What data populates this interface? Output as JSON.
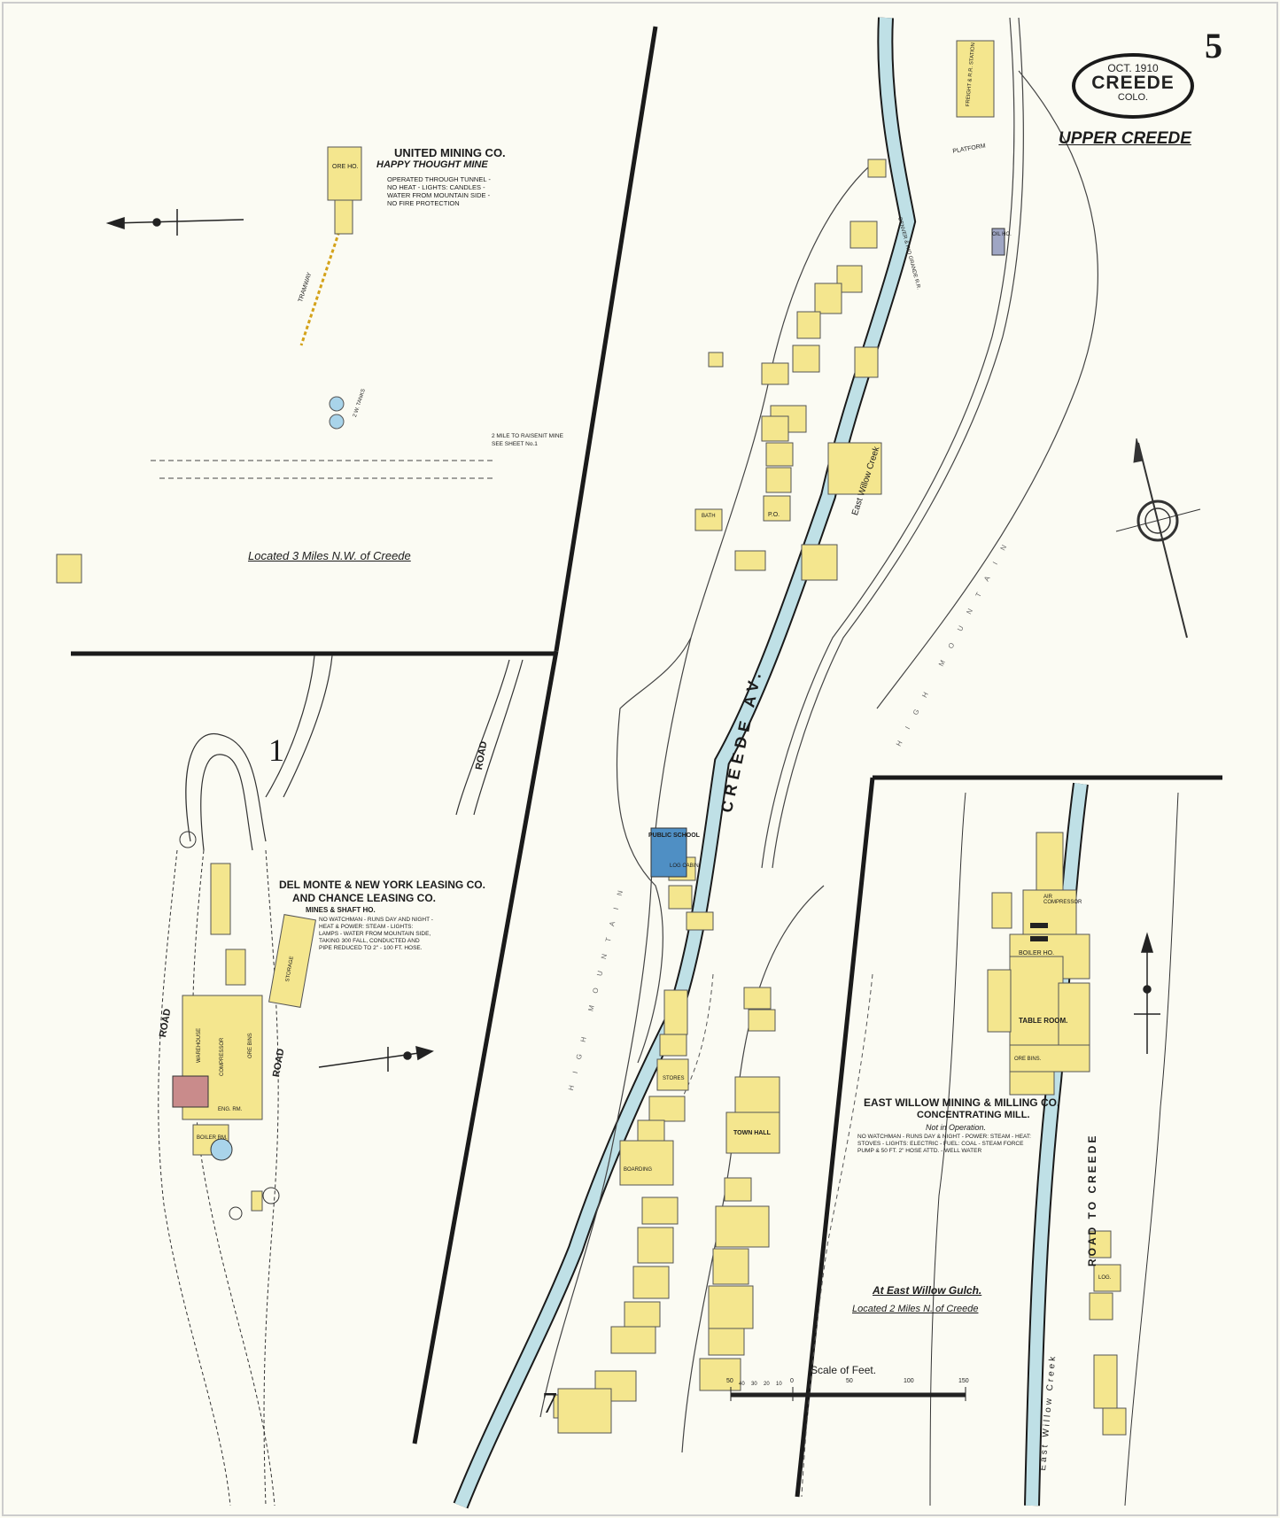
{
  "sheet": {
    "number": "5",
    "cartouche": {
      "date": "OCT. 1910",
      "city": "CREEDE",
      "state": "COLO."
    },
    "section_title": "UPPER CREEDE"
  },
  "insets": {
    "mine_top": {
      "company": "UNITED MINING CO.",
      "mine": "HAPPY THOUGHT MINE",
      "notes": "OPERATED THROUGH TUNNEL - NO HEAT - LIGHTS: CANDLES - WATER FROM MOUNTAIN SIDE - NO FIRE PROTECTION",
      "building": "ORE HO.",
      "tramway": "TRAMWAY",
      "tanks": "2 W. TANKS",
      "distance_note": "2 MILE TO RAISENIT MINE SEE SHEET No.1",
      "location": "Located 3 Miles N.W. of Creede"
    },
    "mine_left": {
      "section_number": "1",
      "company_line1": "DEL MONTE & NEW YORK LEASING CO.",
      "company_line2": "AND CHANCE LEASING CO.",
      "company_line3": "MINES & SHAFT HO.",
      "notes": "NO WATCHMAN - RUNS DAY AND NIGHT - HEAT & POWER: STEAM - LIGHTS: LAMPS - WATER FROM MOUNTAIN SIDE, TAKING 300 FALL, CONDUCTED AND PIPE REDUCED TO 2\" - 100 FT. HOSE.",
      "road1": "ROAD",
      "road2": "ROAD",
      "road3": "ROAD",
      "bldg_labels": [
        "WAREHOUSE",
        "COMPRESSOR",
        "ORE BINS",
        "STORAGE",
        "BOILER RM.",
        "ENG. RM."
      ]
    },
    "mill_right": {
      "company": "EAST WILLOW MINING & MILLING CO.",
      "facility": "CONCENTRATING MILL.",
      "status": "Not in Operation.",
      "notes": "NO WATCHMAN - RUNS DAY & NIGHT - POWER: STEAM - HEAT: STOVES - LIGHTS: ELECTRIC - FUEL: COAL - STEAM FORCE PUMP & 50 FT. 2\" HOSE ATTD. - WELL WATER",
      "location_line1": "At East Willow Gulch.",
      "location_line2": "Located 2 Miles N. of Creede",
      "road": "ROAD TO CREEDE",
      "creek": "East Willow Creek",
      "bldg_labels": [
        "AIR COMPRESSOR",
        "BOILER HO.",
        "TABLE ROOM.",
        "ORE BINS.",
        "LOG."
      ]
    }
  },
  "main": {
    "street": "CREEDE AV.",
    "creek": "East Willow Creek",
    "mountain_left": "HIGH MOUNTAIN",
    "mountain_right": "HIGH MOUNTAIN",
    "labels": {
      "public_school": "PUBLIC SCHOOL",
      "boarding": "BOARDING",
      "town_hall": "TOWN HALL",
      "po": "P.O.",
      "bath": "BATH",
      "log_cabin": "LOG CABIN",
      "stores": "STORES",
      "railroad": "DENVER & RIO GRANDE R.R.",
      "station": "FREIGHT & R.R. STATION",
      "platform": "PLATFORM",
      "oil_ho": "OIL HO."
    },
    "section_number_bottom": "7",
    "scale_title": "Scale of Feet.",
    "scale_ticks": [
      "50",
      "40",
      "30",
      "20",
      "10",
      "0",
      "50",
      "100",
      "150"
    ]
  },
  "colors": {
    "frame": "#1a1a1a",
    "creek": "#bfe0e6",
    "frame_building": "#f4e68e",
    "brick_building": "#c98b8b",
    "stone_building": "#4f8fc4",
    "paper": "#fbfbf3"
  }
}
